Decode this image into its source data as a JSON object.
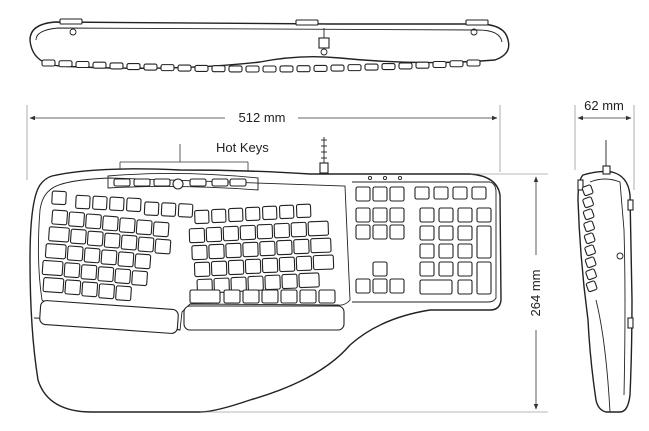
{
  "dimensions": {
    "width_label": "512 mm",
    "height_label": "264 mm",
    "depth_label": "62 mm"
  },
  "callout": {
    "hot_keys_label": "Hot Keys"
  },
  "views": [
    "top-view",
    "front-view",
    "side-view"
  ],
  "colors": {
    "line": "#222222",
    "background": "#ffffff"
  }
}
